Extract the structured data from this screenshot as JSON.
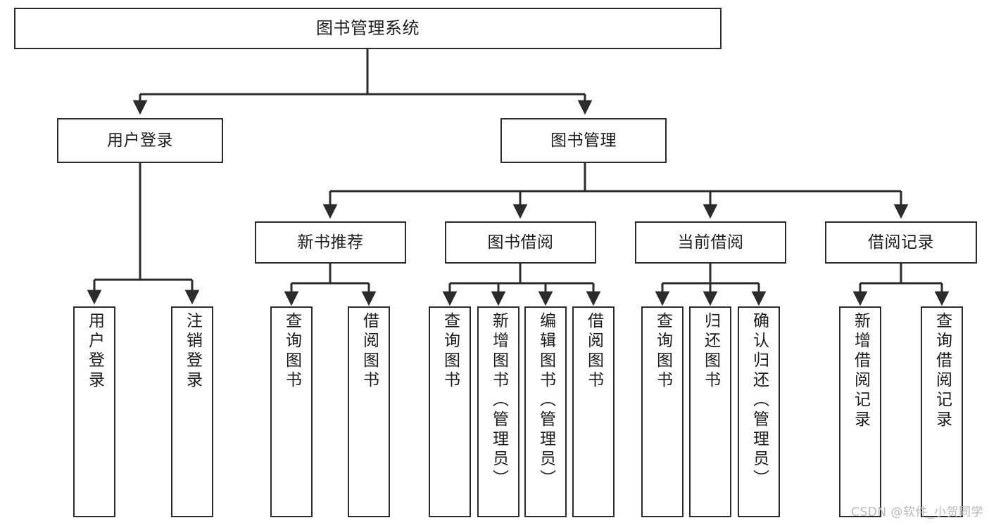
{
  "diagram": {
    "type": "tree-hierarchy",
    "title": "图书管理系统",
    "orientation": "top-down",
    "colors": {
      "stroke": "#2b2b2b",
      "fill": "#ffffff",
      "text": "#1c1c1c",
      "watermark": "#b9b9b9"
    },
    "nodes": {
      "root": {
        "label": "图书管理系统"
      },
      "level2": [
        {
          "id": "user-login",
          "label": "用户登录"
        },
        {
          "id": "book-manage",
          "label": "图书管理"
        }
      ],
      "level3": [
        {
          "id": "new-book-rec",
          "label": "新书推荐"
        },
        {
          "id": "book-borrow",
          "label": "图书借阅"
        },
        {
          "id": "current-borrow",
          "label": "当前借阅"
        },
        {
          "id": "borrow-record",
          "label": "借阅记录"
        }
      ],
      "leaves": {
        "user_login": [
          {
            "id": "leaf-user-login",
            "label": "用户登录"
          },
          {
            "id": "leaf-logout",
            "label": "注销登录"
          }
        ],
        "new_book_rec": [
          {
            "id": "leaf-query-book-1",
            "label": "查询图书"
          },
          {
            "id": "leaf-borrow-book-1",
            "label": "借阅图书"
          }
        ],
        "book_borrow": [
          {
            "id": "leaf-query-book-2",
            "label": "查询图书"
          },
          {
            "id": "leaf-add-book",
            "label": "新增图书（管理员）"
          },
          {
            "id": "leaf-edit-book",
            "label": "编辑图书（管理员）"
          },
          {
            "id": "leaf-borrow-book-2",
            "label": "借阅图书"
          }
        ],
        "current_borrow": [
          {
            "id": "leaf-query-book-3",
            "label": "查询图书"
          },
          {
            "id": "leaf-return-book",
            "label": "归还图书"
          },
          {
            "id": "leaf-confirm-return",
            "label": "确认归还（管理员）"
          }
        ],
        "borrow_record": [
          {
            "id": "leaf-add-record",
            "label": "新增借阅记录"
          },
          {
            "id": "leaf-query-record",
            "label": "查询借阅记录"
          }
        ]
      }
    },
    "watermark": "CSDN @软件_小贺同学"
  }
}
